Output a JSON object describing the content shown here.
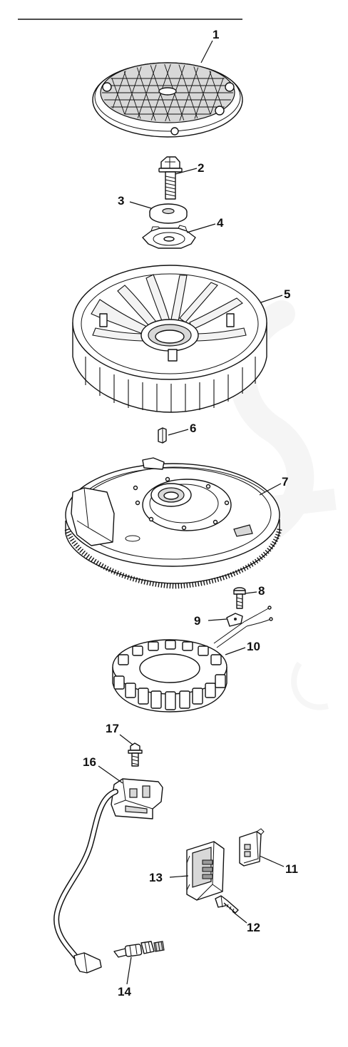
{
  "diagram": {
    "watermark_color": "#f1f1f1",
    "line_color": "#111111",
    "parts": [
      {
        "id": "flywheel-screen",
        "callout": "1"
      },
      {
        "id": "flywheel-bolt",
        "callout": "2"
      },
      {
        "id": "washer",
        "callout": "3"
      },
      {
        "id": "screen-retainer",
        "callout": "4"
      },
      {
        "id": "fan",
        "callout": "5"
      },
      {
        "id": "key",
        "callout": "6"
      },
      {
        "id": "flywheel",
        "callout": "7"
      },
      {
        "id": "stator-screw",
        "callout": "8"
      },
      {
        "id": "wire-clamp",
        "callout": "9"
      },
      {
        "id": "stator",
        "callout": "10"
      },
      {
        "id": "rectifier-bracket",
        "callout": "11"
      },
      {
        "id": "regulator-screw",
        "callout": "12"
      },
      {
        "id": "regulator",
        "callout": "13"
      },
      {
        "id": "spark-plug",
        "callout": "14"
      },
      {
        "id": "ignition-module",
        "callout": "16"
      },
      {
        "id": "module-screw",
        "callout": "17"
      }
    ]
  }
}
